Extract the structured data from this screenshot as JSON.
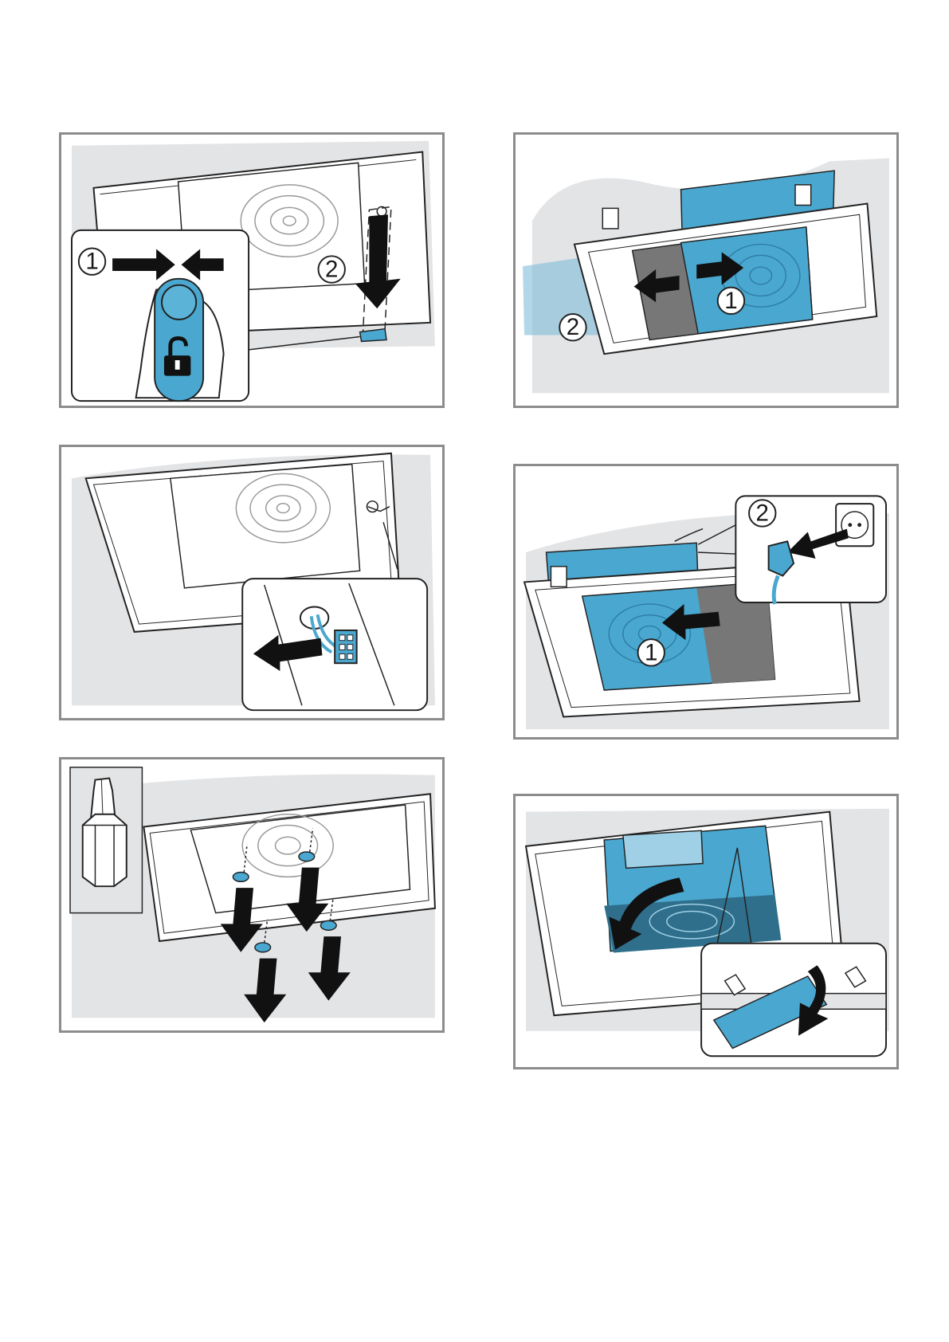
{
  "colors": {
    "accent_blue": "#4aa7cf",
    "background_grey": "#e3e4e6",
    "frame_grey": "#8c8c8c",
    "ink": "#1a1a1a"
  },
  "icons": [
    "unlock-icon",
    "torx-bit-icon",
    "arrow-icon",
    "fan-grille-icon",
    "power-plug-icon",
    "socket-icon",
    "screw-icon",
    "connector-icon"
  ],
  "steps": [
    {
      "labels": [
        "1",
        "2"
      ]
    },
    {
      "labels": [
        "2",
        "1"
      ]
    },
    {
      "labels": []
    },
    {
      "labels": [
        "2",
        "1"
      ]
    },
    {
      "labels": []
    },
    {
      "labels": []
    }
  ]
}
